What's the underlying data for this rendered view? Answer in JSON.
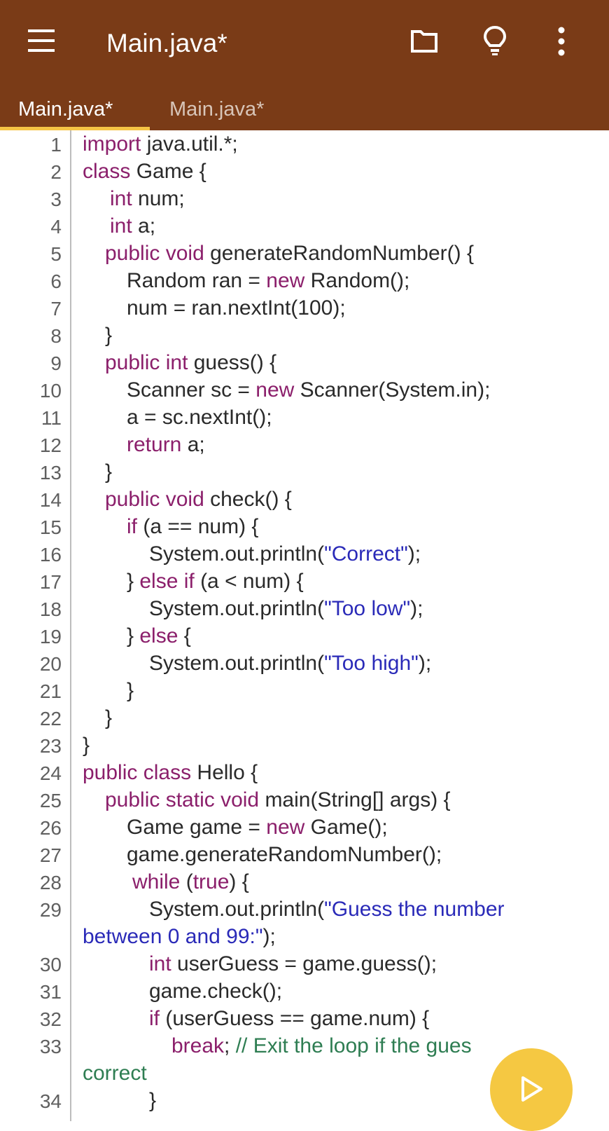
{
  "appbar": {
    "title": "Main.java*",
    "menu_icon": "menu-icon",
    "folder_icon": "folder-icon",
    "bulb_icon": "lightbulb-icon",
    "more_icon": "more-vert-icon"
  },
  "tabs": [
    {
      "label": "Main.java*",
      "active": true
    },
    {
      "label": "Main.java*",
      "active": false
    }
  ],
  "colors": {
    "appbar": "#7a3b17",
    "indicator": "#f6c445",
    "keyword": "#8b1f6b",
    "string": "#2a2ab8",
    "comment": "#2e7d52",
    "fab": "#f5c842"
  },
  "code": {
    "line_numbers": [
      "1",
      "2",
      "3",
      "4",
      "5",
      "6",
      "7",
      "8",
      "9",
      "10",
      "11",
      "12",
      "13",
      "14",
      "15",
      "16",
      "17",
      "18",
      "19",
      "20",
      "21",
      "22",
      "23",
      "24",
      "25",
      "26",
      "27",
      "28",
      "29",
      "30",
      "31",
      "32",
      "33",
      "34"
    ],
    "lines": [
      {
        "t": [
          {
            "k": "kw",
            "v": "import"
          },
          {
            "k": "p",
            "v": " java.util.*;"
          }
        ]
      },
      {
        "t": [
          {
            "k": "kw",
            "v": "class"
          },
          {
            "k": "p",
            "v": " Game {"
          }
        ]
      },
      {
        "t": [
          {
            "k": "kw",
            "v": "int"
          },
          {
            "k": "p",
            "v": " num;"
          }
        ]
      },
      {
        "t": [
          {
            "k": "kw",
            "v": "int"
          },
          {
            "k": "p",
            "v": " a;"
          }
        ]
      },
      {
        "t": [
          {
            "k": "kw",
            "v": "public void"
          },
          {
            "k": "p",
            "v": " generateRandomNumber() {"
          }
        ]
      },
      {
        "t": [
          {
            "k": "p",
            "v": "Random ran = "
          },
          {
            "k": "kw",
            "v": "new"
          },
          {
            "k": "p",
            "v": " Random();"
          }
        ]
      },
      {
        "t": [
          {
            "k": "p",
            "v": "num = ran.nextInt(100);"
          }
        ]
      },
      {
        "t": [
          {
            "k": "p",
            "v": "}"
          }
        ]
      },
      {
        "t": [
          {
            "k": "kw",
            "v": "public int"
          },
          {
            "k": "p",
            "v": " guess() {"
          }
        ]
      },
      {
        "t": [
          {
            "k": "p",
            "v": "Scanner sc = "
          },
          {
            "k": "kw",
            "v": "new"
          },
          {
            "k": "p",
            "v": " Scanner(System.in);"
          }
        ]
      },
      {
        "t": [
          {
            "k": "p",
            "v": "a = sc.nextInt();"
          }
        ]
      },
      {
        "t": [
          {
            "k": "kw",
            "v": "return"
          },
          {
            "k": "p",
            "v": " a;"
          }
        ]
      },
      {
        "t": [
          {
            "k": "p",
            "v": "}"
          }
        ]
      },
      {
        "t": [
          {
            "k": "kw",
            "v": "public void"
          },
          {
            "k": "p",
            "v": " check() {"
          }
        ]
      },
      {
        "t": [
          {
            "k": "kw",
            "v": "if"
          },
          {
            "k": "p",
            "v": " (a == num) {"
          }
        ]
      },
      {
        "t": [
          {
            "k": "p",
            "v": "System.out.println("
          },
          {
            "k": "str",
            "v": "\"Correct\""
          },
          {
            "k": "p",
            "v": ");"
          }
        ]
      },
      {
        "t": [
          {
            "k": "p",
            "v": "} "
          },
          {
            "k": "kw",
            "v": "else if"
          },
          {
            "k": "p",
            "v": " (a < num) {"
          }
        ]
      },
      {
        "t": [
          {
            "k": "p",
            "v": "System.out.println("
          },
          {
            "k": "str",
            "v": "\"Too low\""
          },
          {
            "k": "p",
            "v": ");"
          }
        ]
      },
      {
        "t": [
          {
            "k": "p",
            "v": "} "
          },
          {
            "k": "kw",
            "v": "else"
          },
          {
            "k": "p",
            "v": " {"
          }
        ]
      },
      {
        "t": [
          {
            "k": "p",
            "v": "System.out.println("
          },
          {
            "k": "str",
            "v": "\"Too high\""
          },
          {
            "k": "p",
            "v": ");"
          }
        ]
      },
      {
        "t": [
          {
            "k": "p",
            "v": "}"
          }
        ]
      },
      {
        "t": [
          {
            "k": "p",
            "v": "}"
          }
        ]
      },
      {
        "t": [
          {
            "k": "p",
            "v": "}"
          }
        ]
      },
      {
        "t": [
          {
            "k": "kw",
            "v": "public class"
          },
          {
            "k": "p",
            "v": " Hello {"
          }
        ]
      },
      {
        "t": [
          {
            "k": "kw",
            "v": "public static void"
          },
          {
            "k": "p",
            "v": " main(String[] args) {"
          }
        ]
      },
      {
        "t": [
          {
            "k": "p",
            "v": "Game game = "
          },
          {
            "k": "kw",
            "v": "new"
          },
          {
            "k": "p",
            "v": " Game();"
          }
        ]
      },
      {
        "t": [
          {
            "k": "p",
            "v": "game.generateRandomNumber();"
          }
        ]
      },
      {
        "t": [
          {
            "k": "kw",
            "v": "while"
          },
          {
            "k": "p",
            "v": " ("
          },
          {
            "k": "kw",
            "v": "true"
          },
          {
            "k": "p",
            "v": ") {"
          }
        ]
      },
      {
        "t": [
          {
            "k": "p",
            "v": "System.out.println("
          },
          {
            "k": "str",
            "v": "\"Guess the number"
          }
        ]
      },
      {
        "t": [
          {
            "k": "str",
            "v": "between 0 and 99:\""
          },
          {
            "k": "p",
            "v": ");"
          }
        ]
      },
      {
        "t": [
          {
            "k": "kw",
            "v": "int"
          },
          {
            "k": "p",
            "v": " userGuess = game.guess();"
          }
        ]
      },
      {
        "t": [
          {
            "k": "p",
            "v": "game.check();"
          }
        ]
      },
      {
        "t": [
          {
            "k": "kw",
            "v": "if"
          },
          {
            "k": "p",
            "v": " (userGuess == game.num) {"
          }
        ]
      },
      {
        "t": [
          {
            "k": "kw",
            "v": "break"
          },
          {
            "k": "p",
            "v": "; "
          },
          {
            "k": "cm",
            "v": "// Exit the loop if the gues"
          }
        ]
      },
      {
        "t": [
          {
            "k": "cm",
            "v": "correct"
          }
        ]
      },
      {
        "t": [
          {
            "k": "p",
            "v": "}"
          }
        ]
      }
    ]
  },
  "fab": {
    "icon": "play-icon"
  }
}
